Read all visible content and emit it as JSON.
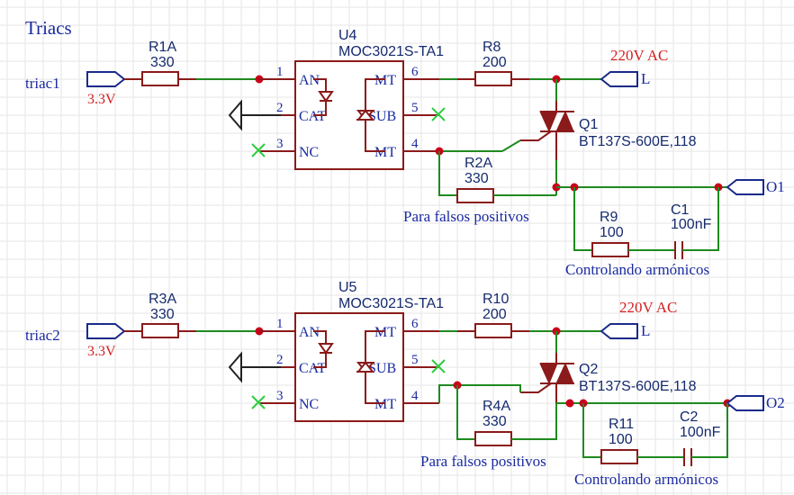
{
  "sheet_title": "Triacs",
  "circuits": [
    {
      "net_in": "triac1",
      "voltage_in": "3.3V",
      "r_in": {
        "ref": "R1A",
        "val": "330"
      },
      "opto": {
        "ref": "U4",
        "part": "MOC3021S-TA1",
        "pins": {
          "p1": "1",
          "p2": "2",
          "p3": "3",
          "p4": "4",
          "p5": "5",
          "p6": "6"
        },
        "pin_names": {
          "an": "AN",
          "cat": "CAT",
          "nc": "NC",
          "mt_top": "MT",
          "sub": "SUB",
          "mt_bot": "MT"
        }
      },
      "r_gate": {
        "ref": "R8",
        "val": "200"
      },
      "ac_label": "220V AC",
      "line_port": "L",
      "triac": {
        "ref": "Q1",
        "part": "BT137S-600E,118"
      },
      "r_fp": {
        "ref": "R2A",
        "val": "330"
      },
      "fp_note": "Para falsos positivos",
      "out_port": "O1",
      "r_snub": {
        "ref": "R9",
        "val": "100"
      },
      "c_snub": {
        "ref": "C1",
        "val": "100nF"
      },
      "snub_note": "Controlando armónicos"
    },
    {
      "net_in": "triac2",
      "voltage_in": "3.3V",
      "r_in": {
        "ref": "R3A",
        "val": "330"
      },
      "opto": {
        "ref": "U5",
        "part": "MOC3021S-TA1",
        "pins": {
          "p1": "1",
          "p2": "2",
          "p3": "3",
          "p4": "4",
          "p5": "5",
          "p6": "6"
        },
        "pin_names": {
          "an": "AN",
          "cat": "CAT",
          "nc": "NC",
          "mt_top": "MT",
          "sub": "SUB",
          "mt_bot": "MT"
        }
      },
      "r_gate": {
        "ref": "R10",
        "val": "200"
      },
      "ac_label": "220V AC",
      "line_port": "L",
      "triac": {
        "ref": "Q2",
        "part": "BT137S-600E,118"
      },
      "r_fp": {
        "ref": "R4A",
        "val": "330"
      },
      "fp_note": "Para falsos positivos",
      "out_port": "O2",
      "r_snub": {
        "ref": "R11",
        "val": "100"
      },
      "c_snub": {
        "ref": "C2",
        "val": "100nF"
      },
      "snub_note": "Controlando armónicos"
    }
  ]
}
